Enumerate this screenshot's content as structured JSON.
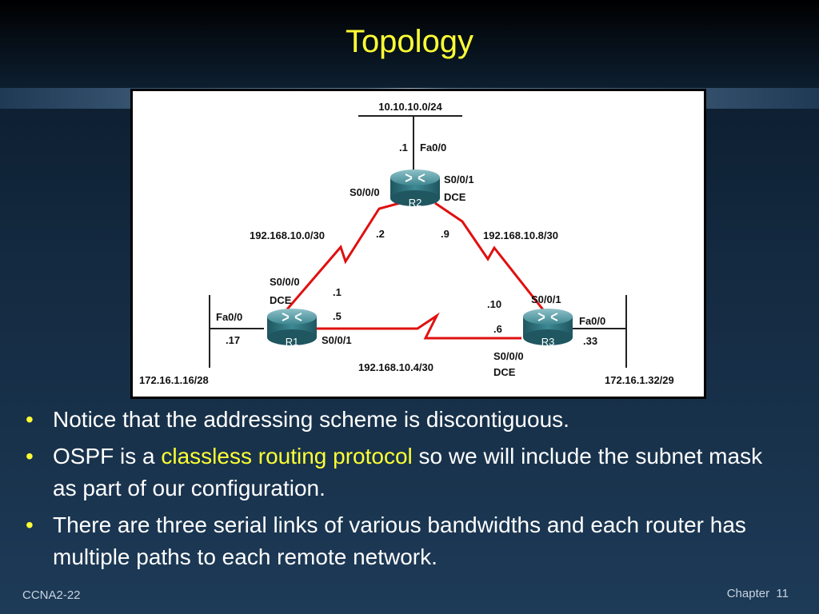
{
  "slide": {
    "title": "Topology",
    "footer_left": "CCNA2-22",
    "footer_chapter": "Chapter",
    "footer_page": "11"
  },
  "diagram": {
    "routers": {
      "r1": "R1",
      "r2": "R2",
      "r3": "R3"
    },
    "networks": {
      "top_lan": "10.10.10.0/24",
      "left_lan": "172.16.1.16/28",
      "right_lan": "172.16.1.32/29",
      "link_r1_r2": "192.168.10.0/30",
      "link_r2_r3": "192.168.10.8/30",
      "link_r1_r3": "192.168.10.4/30"
    },
    "interfaces": {
      "r2_fa": ".1",
      "r2_fa_name": "Fa0/0",
      "r2_s000": "S0/0/0",
      "r2_s001": "S0/0/1",
      "r2_dce": "DCE",
      "r2_addr_left": ".2",
      "r2_addr_right": ".9",
      "r1_s000": "S0/0/0",
      "r1_dce": "DCE",
      "r1_addr_up": ".1",
      "r1_addr_right": ".5",
      "r1_fa_name": "Fa0/0",
      "r1_fa": ".17",
      "r1_s001": "S0/0/1",
      "r3_addr_up": ".10",
      "r3_s001": "S0/0/1",
      "r3_fa_name": "Fa0/0",
      "r3_addr_left": ".6",
      "r3_fa": ".33",
      "r3_s000": "S0/0/0",
      "r3_dce": "DCE"
    }
  },
  "bullets": [
    {
      "text": "Notice that the addressing scheme is discontiguous."
    },
    {
      "pre": "OSPF is a ",
      "highlight": "classless routing protocol",
      "post": " so we will include the subnet mask as part of our configuration."
    },
    {
      "text": "There are three serial links of various bandwidths and each router has multiple paths to each remote network."
    }
  ],
  "colors": {
    "title": "#ffff33",
    "highlight": "#ffff33",
    "serial_link": "#e01010",
    "router": "#2a6f7a"
  }
}
